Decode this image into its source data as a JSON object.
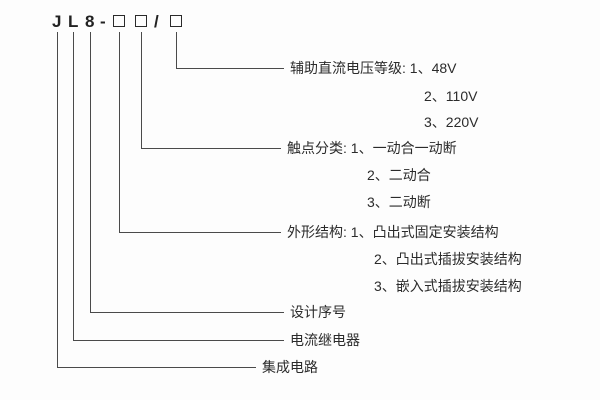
{
  "model_code": {
    "char_j": "J",
    "char_l": "L",
    "char_8": "8",
    "dash": "-",
    "slash": "/"
  },
  "labels": {
    "aux_voltage_line1": "辅助直流电压等级: 1、48V",
    "aux_voltage_line2": "2、110V",
    "aux_voltage_line3": "3、220V",
    "contact_line1": "触点分类: 1、一动合一动断",
    "contact_line2": "2、二动合",
    "contact_line3": "3、二动断",
    "structure_line1": "外形结构: 1、凸出式固定安装结构",
    "structure_line2": "2、凸出式插拔安装结构",
    "structure_line3": "3、嵌入式插拔安装结构",
    "design_serial": "设计序号",
    "current_relay": "电流继电器",
    "integrated_circuit": "集成电路"
  }
}
